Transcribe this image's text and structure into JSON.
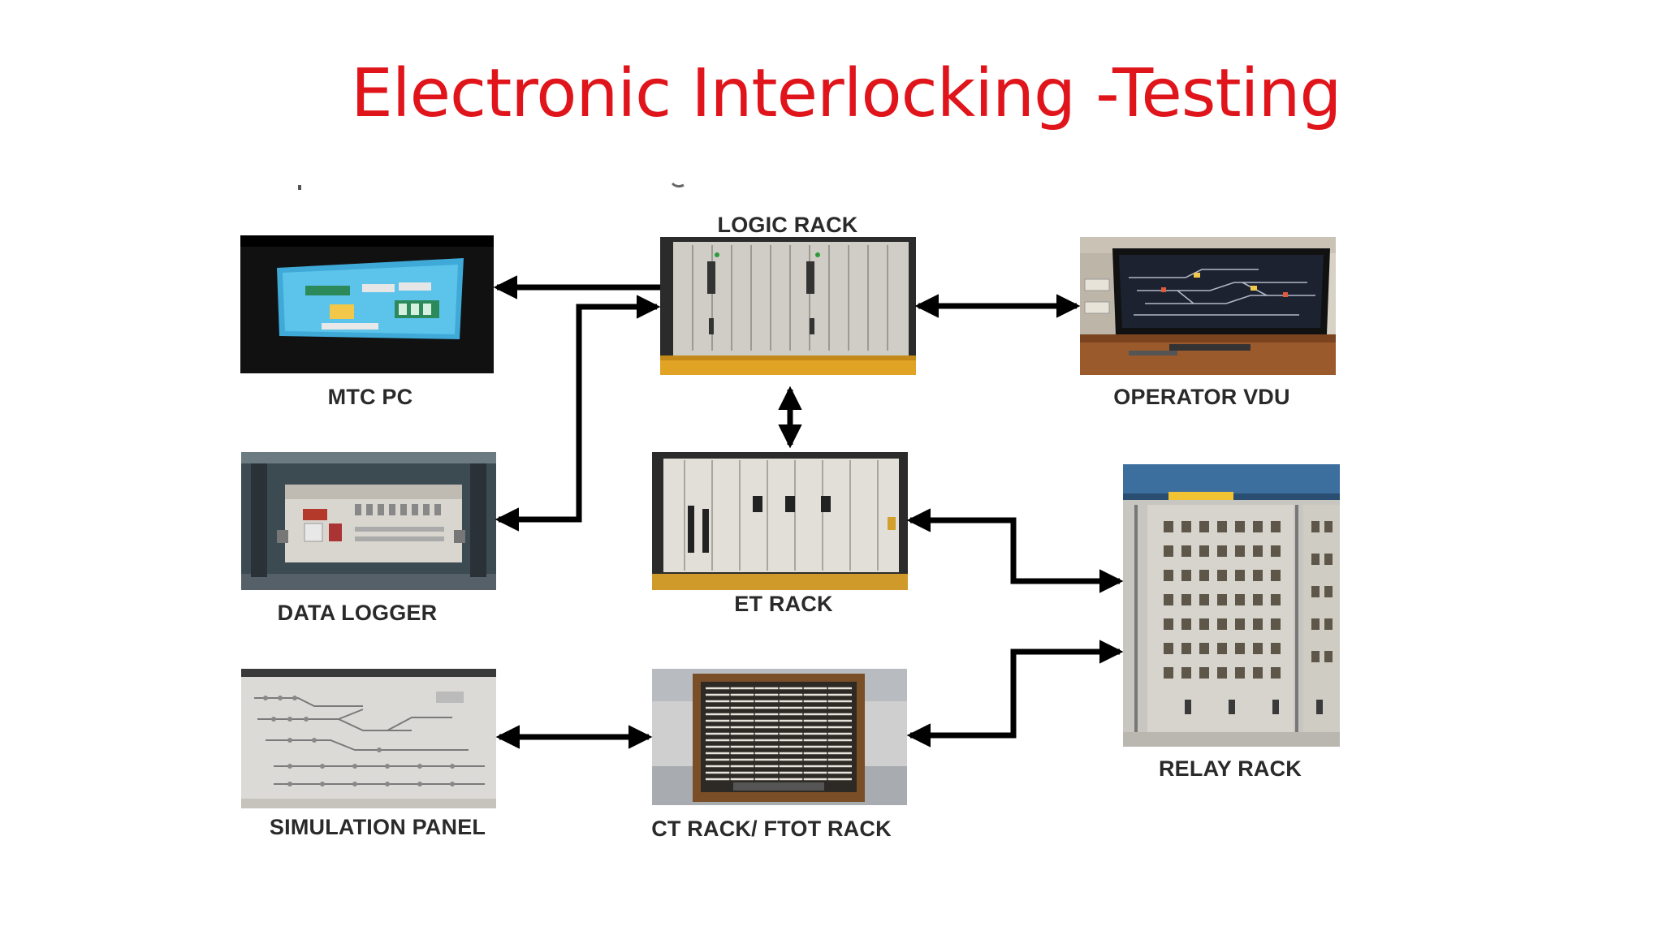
{
  "slide": {
    "title": "Electronic Interlocking -Testing"
  },
  "diagram": {
    "nodes": {
      "mtc_pc": {
        "label": "MTC PC"
      },
      "data_logger": {
        "label": "DATA LOGGER"
      },
      "simulation_panel": {
        "label": "SIMULATION PANEL"
      },
      "logic_rack": {
        "label": "LOGIC RACK"
      },
      "et_rack": {
        "label": "ET RACK"
      },
      "ct_rack": {
        "label": "CT RACK/ FTOT RACK"
      },
      "operator_vdu": {
        "label": "OPERATOR VDU"
      },
      "relay_rack": {
        "label": "RELAY RACK"
      }
    },
    "connections": [
      {
        "from": "logic_rack",
        "to": "mtc_pc",
        "direction": "to"
      },
      {
        "from": "data_logger",
        "to": "logic_rack",
        "direction": "both"
      },
      {
        "from": "logic_rack",
        "to": "operator_vdu",
        "direction": "both"
      },
      {
        "from": "logic_rack",
        "to": "et_rack",
        "direction": "both"
      },
      {
        "from": "et_rack",
        "to": "relay_rack",
        "direction": "both"
      },
      {
        "from": "ct_rack",
        "to": "relay_rack",
        "direction": "both"
      },
      {
        "from": "simulation_panel",
        "to": "ct_rack",
        "direction": "both"
      }
    ],
    "colors": {
      "title": "#e0141b",
      "connector": "#000000",
      "label": "#2a2a2a"
    }
  }
}
